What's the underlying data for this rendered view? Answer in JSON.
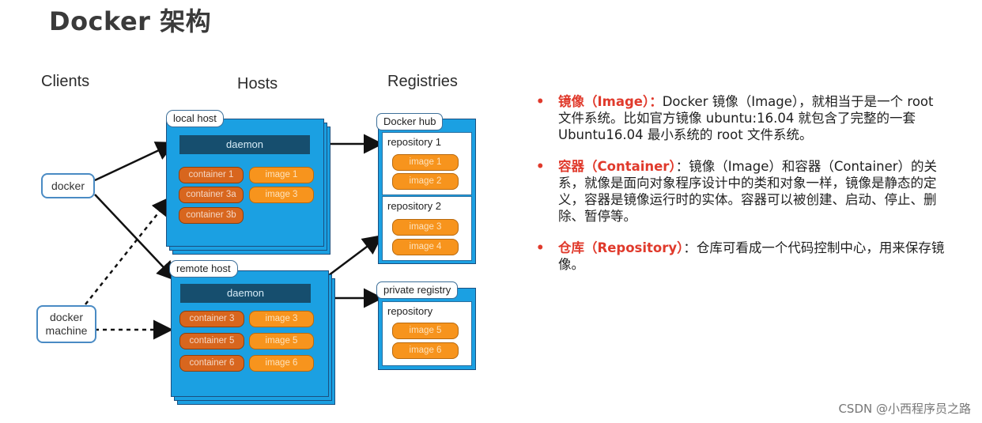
{
  "title": "Docker 架构",
  "columns": {
    "clients": "Clients",
    "hosts": "Hosts",
    "registries": "Registries"
  },
  "clients": {
    "docker": "docker",
    "docker_machine_line1": "docker",
    "docker_machine_line2": "machine"
  },
  "local_host": {
    "label": "local host",
    "daemon": "daemon",
    "containers": [
      "container 1",
      "container 3a",
      "container 3b"
    ],
    "images": [
      "image 1",
      "image 3"
    ]
  },
  "remote_host": {
    "label": "remote host",
    "daemon": "daemon",
    "containers": [
      "container 3",
      "container 5",
      "container 6"
    ],
    "images": [
      "image 3",
      "image 5",
      "image 6"
    ]
  },
  "docker_hub": {
    "label": "Docker hub",
    "repos": [
      {
        "label": "repository 1",
        "images": [
          "image 1",
          "image 2"
        ]
      },
      {
        "label": "repository 2",
        "images": [
          "image 3",
          "image 4"
        ]
      }
    ]
  },
  "private_registry": {
    "label": "private registry",
    "repo": {
      "label": "repository",
      "images": [
        "image 5",
        "image 6"
      ]
    }
  },
  "bullets": [
    {
      "term": "镜像（Image）：",
      "text": "Docker 镜像（Image），就相当于是一个 root 文件系统。比如官方镜像 ubuntu:16.04 就包含了完整的一套 Ubuntu16.04 最小系统的 root 文件系统。"
    },
    {
      "term": "容器（Container）",
      "text": "：镜像（Image）和容器（Container）的关系，就像是面向对象程序设计中的类和对象一样，镜像是静态的定义，容器是镜像运行时的实体。容器可以被创建、启动、停止、删除、暂停等。"
    },
    {
      "term": "仓库（Repository）",
      "text": "：仓库可看成一个代码控制中心，用来保存镜像。"
    }
  ],
  "bullet_marker": "•",
  "watermark": "CSDN @小西程序员之路",
  "colors": {
    "host_blue": "#1ba0e2",
    "daemon": "#164e6e",
    "container": "#d8661e",
    "image": "#f7941d",
    "accent_red": "#e03a2c"
  }
}
